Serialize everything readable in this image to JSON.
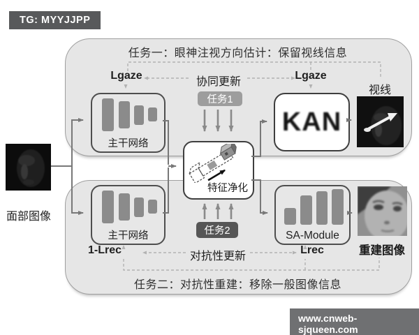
{
  "badges": {
    "tg": "TG: MYYJJPP",
    "site": "www.cnweb-sjqueen.com"
  },
  "input": {
    "label": "面部图像"
  },
  "task1": {
    "header": "任务一：眼神注视方向估计：保留视线信息",
    "loss_left": "Lgaze",
    "update": "协同更新",
    "loss_right": "Lgaze",
    "task_badge": "任务1",
    "backbone": "主干网络",
    "kan": "KAN",
    "output_label": "视线"
  },
  "purify": {
    "label": "特征净化"
  },
  "task2": {
    "header": "任务二：对抗性重建：移除一般图像信息",
    "loss_left": "1-Lrec",
    "update": "对抗性更新",
    "loss_right": "Lrec",
    "task_badge": "任务2",
    "backbone": "主干网络",
    "sa_module": "SA-Module",
    "output_label": "重建图像"
  },
  "colors": {
    "region_bg": "#e6e6e6",
    "task1_badge_bg": "#9d9d9d",
    "task2_badge_bg": "#565656",
    "watermark_bg": "#58595b",
    "site_badge_bg": "#6f7072",
    "arrow": "#787878",
    "dashed": "#b2b2b2"
  }
}
